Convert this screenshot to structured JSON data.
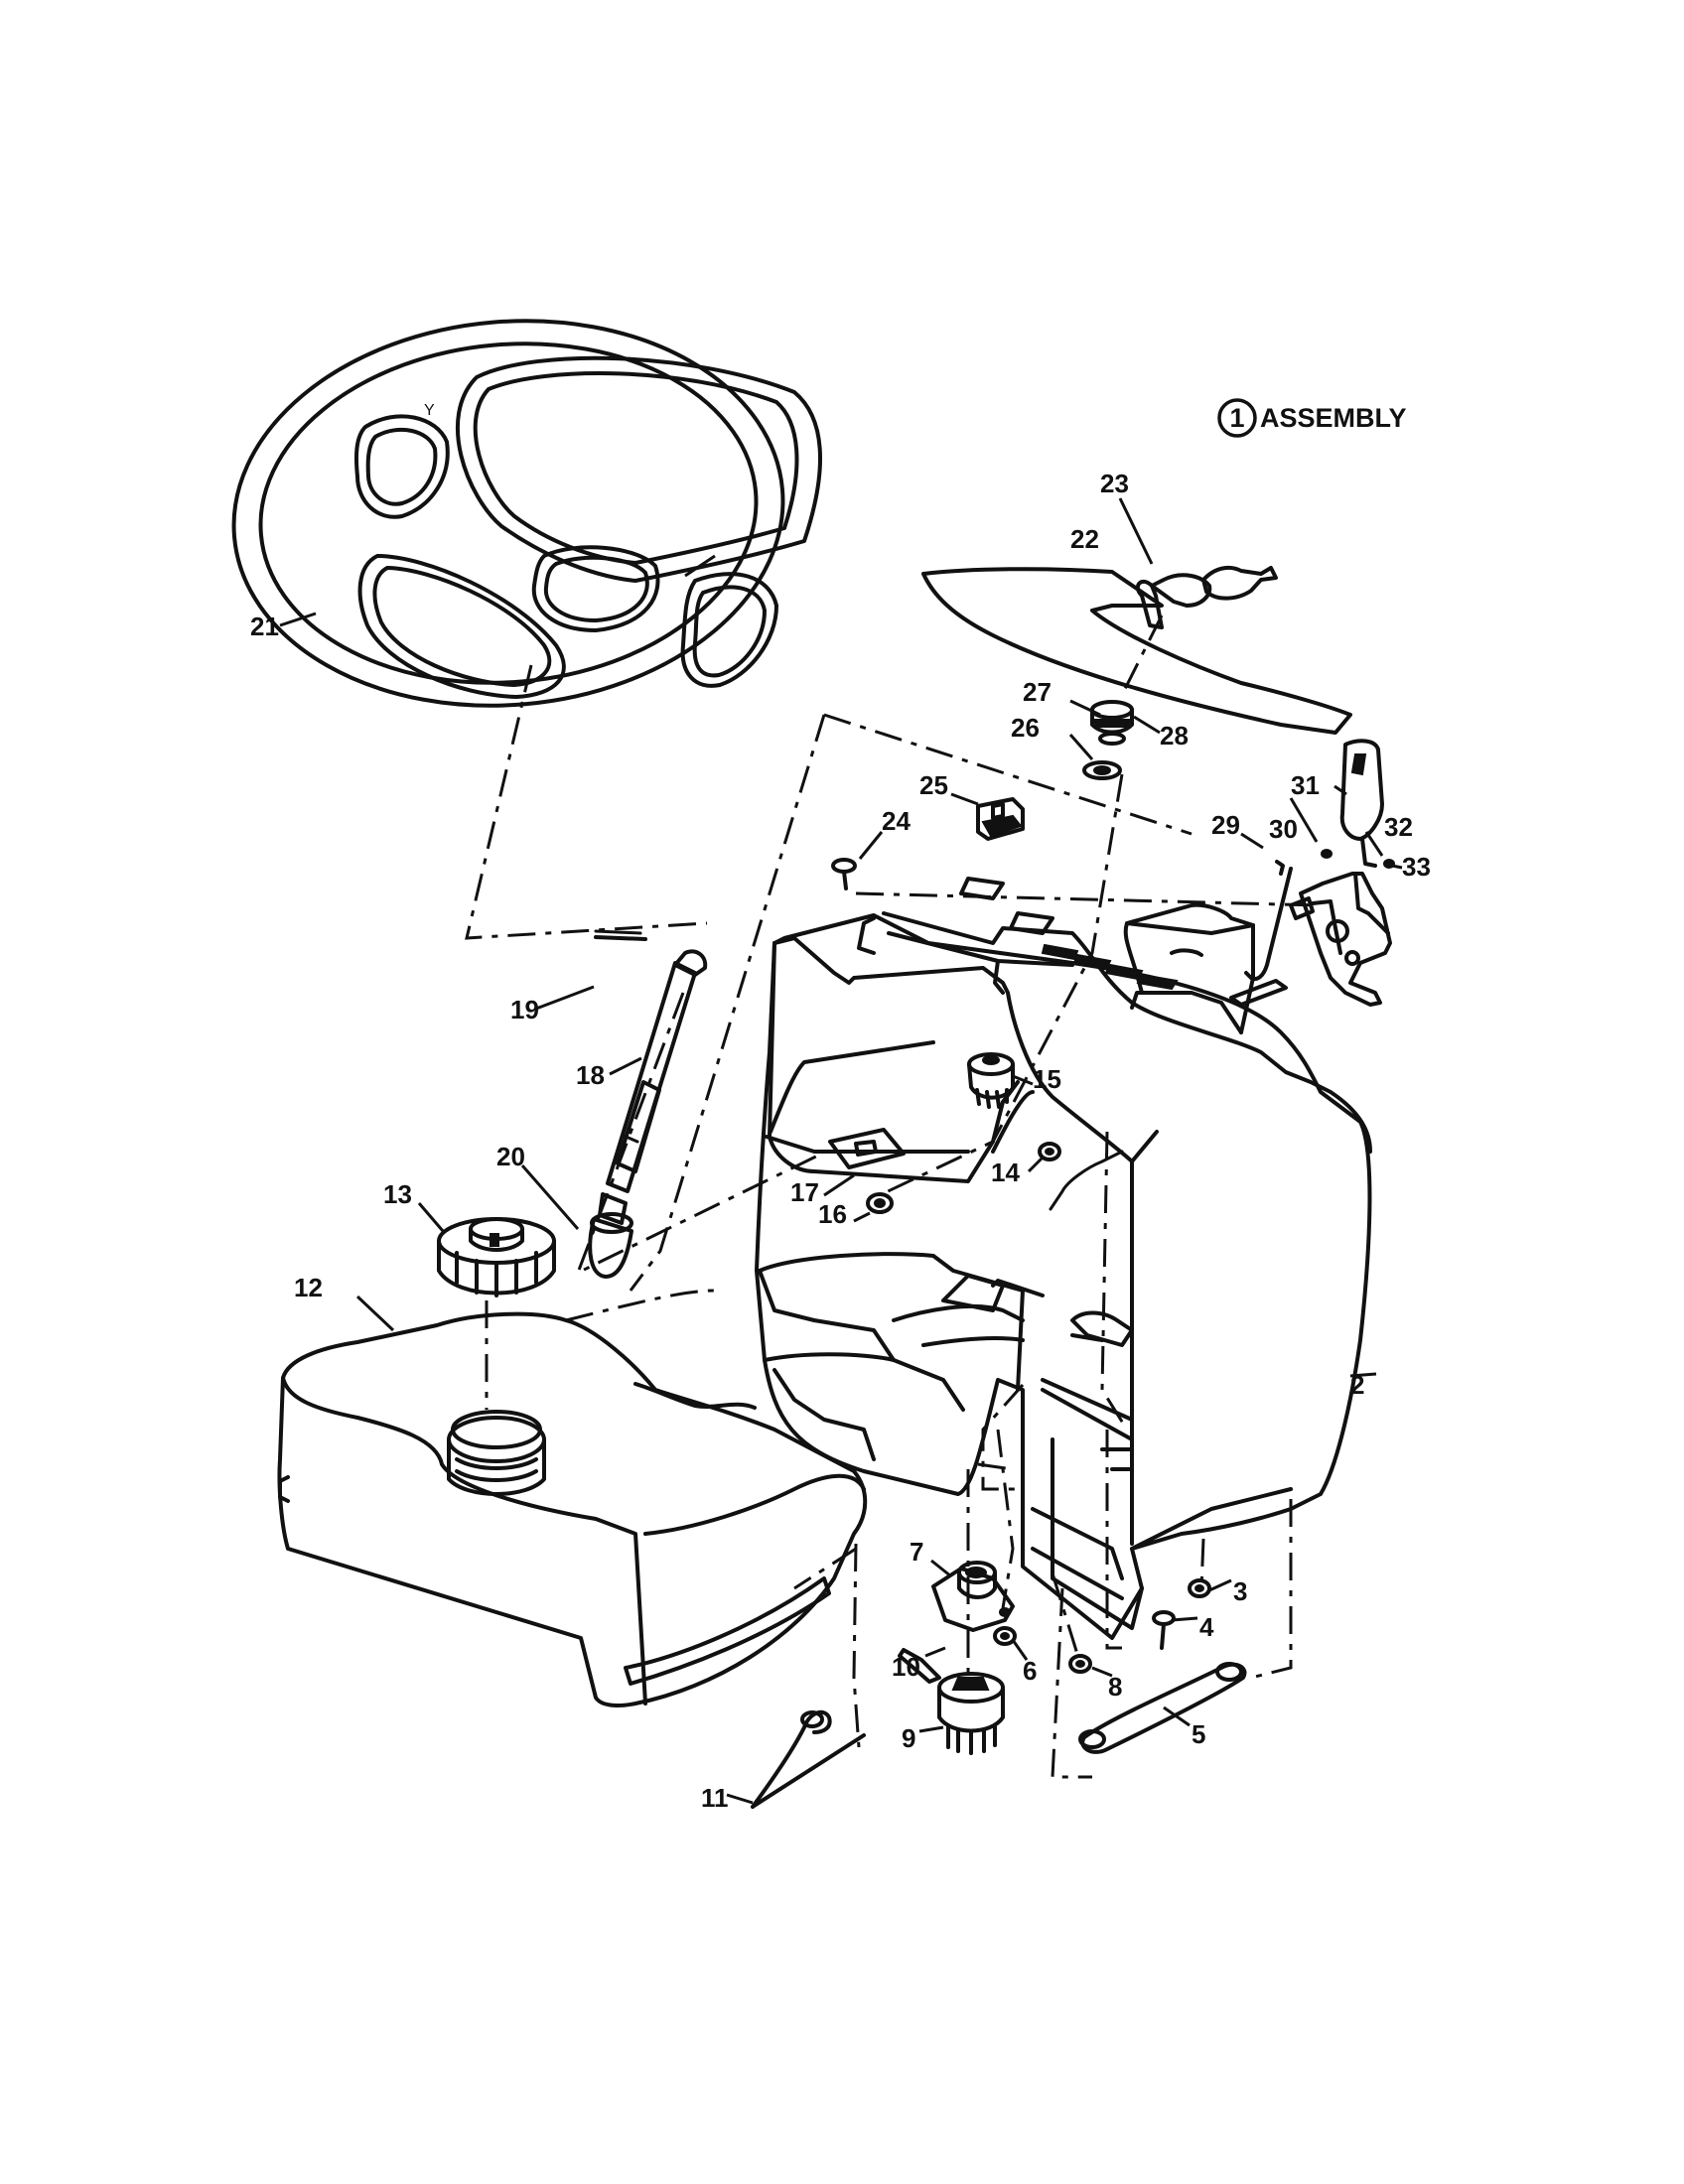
{
  "header": {
    "assembly_number": "1",
    "assembly_label": "ASSEMBLY"
  },
  "callouts": [
    {
      "id": "2",
      "label": "2"
    },
    {
      "id": "3",
      "label": "3"
    },
    {
      "id": "4",
      "label": "4"
    },
    {
      "id": "5",
      "label": "5"
    },
    {
      "id": "6",
      "label": "6"
    },
    {
      "id": "7",
      "label": "7"
    },
    {
      "id": "8",
      "label": "8"
    },
    {
      "id": "9",
      "label": "9"
    },
    {
      "id": "10",
      "label": "10"
    },
    {
      "id": "11",
      "label": "11"
    },
    {
      "id": "12",
      "label": "12"
    },
    {
      "id": "13",
      "label": "13"
    },
    {
      "id": "14",
      "label": "14"
    },
    {
      "id": "15",
      "label": "15"
    },
    {
      "id": "16",
      "label": "16"
    },
    {
      "id": "17",
      "label": "17"
    },
    {
      "id": "18",
      "label": "18"
    },
    {
      "id": "19",
      "label": "19"
    },
    {
      "id": "20",
      "label": "20"
    },
    {
      "id": "21",
      "label": "21"
    },
    {
      "id": "22",
      "label": "22"
    },
    {
      "id": "23",
      "label": "23"
    },
    {
      "id": "24",
      "label": "24"
    },
    {
      "id": "25",
      "label": "25"
    },
    {
      "id": "26",
      "label": "26"
    },
    {
      "id": "27",
      "label": "27"
    },
    {
      "id": "28",
      "label": "28"
    },
    {
      "id": "29",
      "label": "29"
    },
    {
      "id": "30",
      "label": "30"
    },
    {
      "id": "31",
      "label": "31"
    },
    {
      "id": "32",
      "label": "32"
    },
    {
      "id": "33",
      "label": "33"
    }
  ]
}
